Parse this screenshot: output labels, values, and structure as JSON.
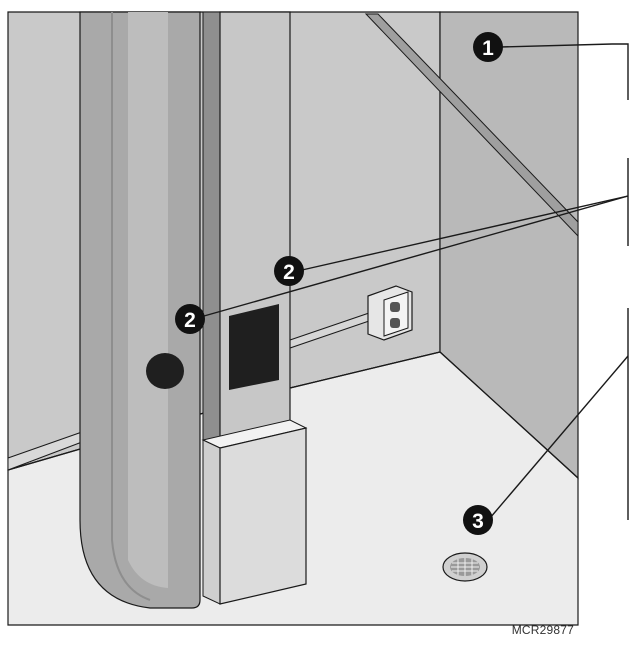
{
  "figure": {
    "reference_code": "MCR29877"
  },
  "callouts": [
    {
      "number": "1"
    },
    {
      "number": "2"
    },
    {
      "number": "2"
    },
    {
      "number": "3"
    }
  ],
  "colors": {
    "line": "#1a1a1a",
    "wall_back": "#c9c9c9",
    "wall_right": "#b9b9b9",
    "floor": "#ececec",
    "duct": "#a9a9a9",
    "patch": "#1f1f1f"
  }
}
